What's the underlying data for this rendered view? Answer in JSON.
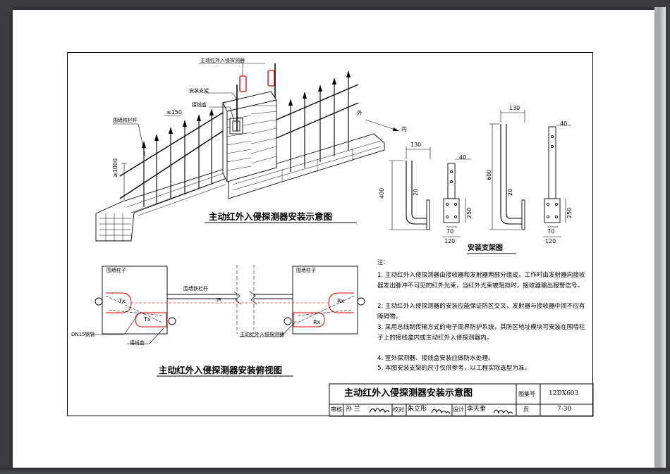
{
  "perspective": {
    "caption": "主动红外入侵探测器安装示意图",
    "label_detector": "主动红外入侵探测器",
    "label_bracket": "安装支架",
    "label_junction": "接线盒",
    "label_railing": "围墙铁栏杆",
    "dim_spacing": "≤150",
    "dim_height": "≥1000",
    "label_outside": "外",
    "label_inside": "内"
  },
  "bracket": {
    "caption": "安装支架图",
    "short": {
      "top": "130",
      "height": "400",
      "width_plate": "40",
      "tube": "20",
      "plate_h": "250",
      "base_inner": "70",
      "base_outer": "120"
    },
    "tall": {
      "top": "130",
      "height": "600",
      "width_plate": "40",
      "tube": "20",
      "plate_h": "250",
      "base_inner": "70",
      "base_outer": "120"
    }
  },
  "plan": {
    "caption": "主动红外入侵探测器安装俯视图",
    "label_post_left": "围墙柱子",
    "label_post_right": "围墙柱子",
    "label_railing": "围墙铁栏杆",
    "label_ir": "IR",
    "label_tx1": "Tx",
    "label_tx2": "Tx",
    "label_rx1": "Rx",
    "label_rx2": "Rx",
    "label_pipe": "DN15钢管",
    "label_box": "接线盒",
    "label_detector": "主动红外入侵探测器"
  },
  "notes": {
    "heading": "注：",
    "items": [
      "1. 主动红外入侵探测器由接收器和发射器两部分组成，工作时由发射器向接收器发出脉冲不可见的红外光束，当红外光束被阻挡时，接收器输出报警信号。",
      "2. 主动红外入侵探测器的安装应能保证防区交叉，发射器与接收器中间不应有障碍物。",
      "3. 采用总线制传输方式的电子周界防护系统，其防区地址模块可安装在围墙柱子上的接线盒内或主动红外入侵探测器内。",
      "4. 室外探测器、接线盒安装应做防水处理。",
      "5. 本图安装支架的尺寸仅供参考，以工程实际选型为准。"
    ]
  },
  "titleblock": {
    "title": "主动红外入侵探测器安装示意图",
    "atlas_label": "图集号",
    "atlas_no": "12DX603",
    "review_label": "审核",
    "review_name": "孙 兰",
    "check_label": "校对",
    "check_name": "朱立彤",
    "design_label": "设计",
    "design_name": "李天奎",
    "page_label": "页",
    "page_no": "7-30"
  },
  "colors": {
    "detector": "#e0302c",
    "line": "#000000",
    "dash_red": "#e0302c"
  }
}
